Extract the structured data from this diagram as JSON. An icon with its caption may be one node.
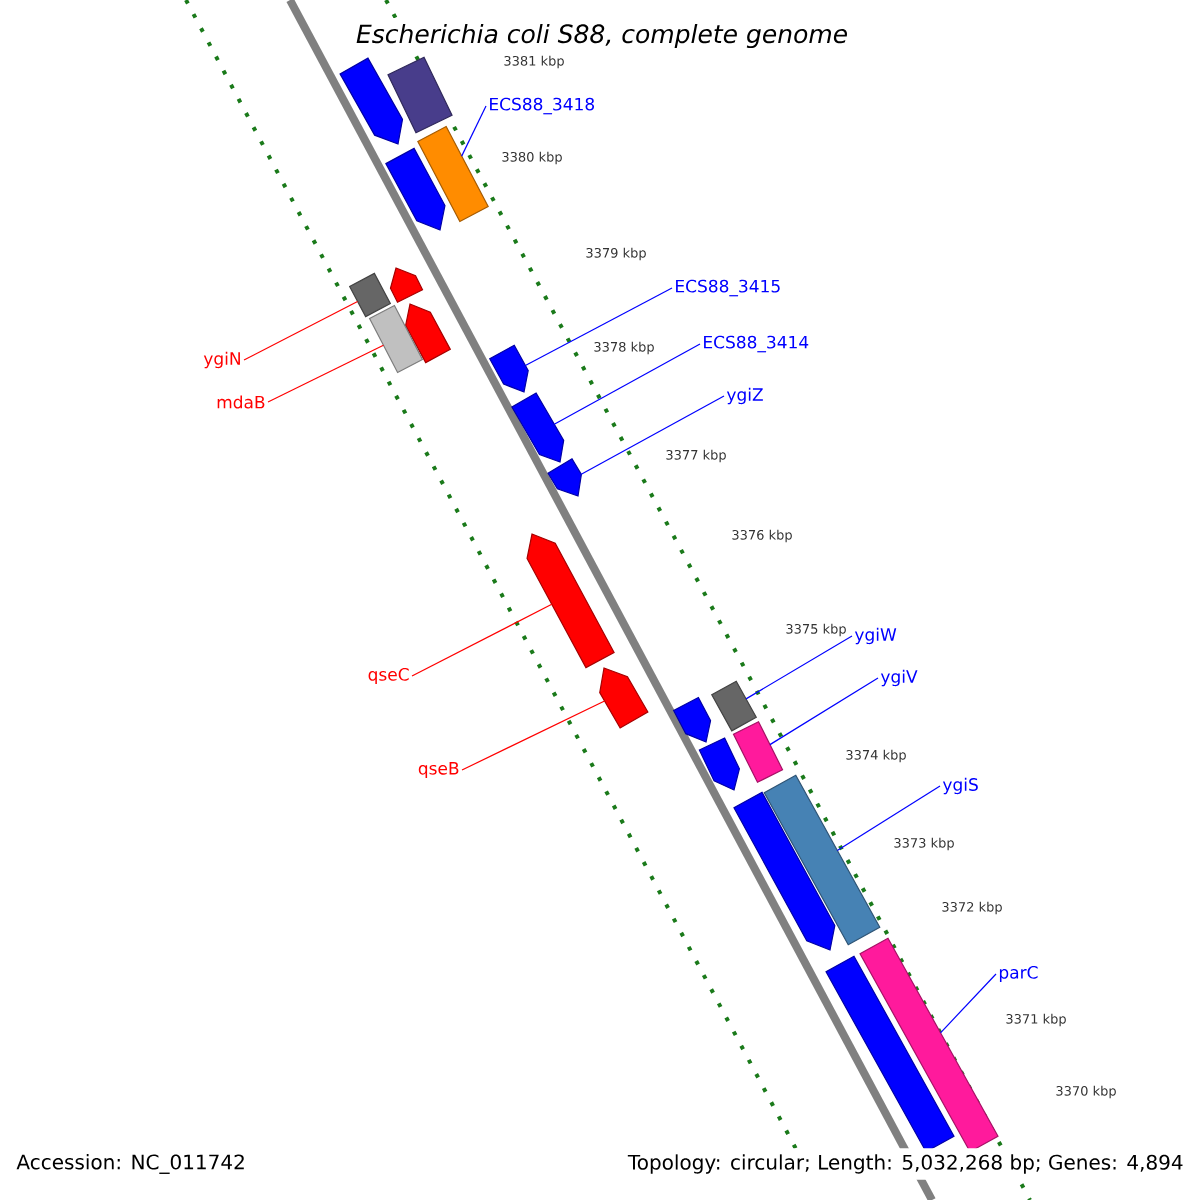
{
  "diagram": {
    "title": "Escherichia coli S88, complete genome",
    "nodes": [
      {
        "text": [
          "ECS88_3418"
        ]
      },
      {
        "text": [
          "ECS88_3415"
        ]
      },
      {
        "text": [
          "ECS88_3414"
        ]
      },
      {
        "text": [
          "ygiZ"
        ]
      },
      {
        "text": [
          "ygiN"
        ]
      },
      {
        "text": [
          "mdaB"
        ]
      },
      {
        "text": [
          "qseC"
        ]
      },
      {
        "text": [
          "qseB"
        ]
      },
      {
        "text": [
          "ygiW"
        ]
      },
      {
        "text": [
          "ygiV"
        ]
      },
      {
        "text": [
          "ygiS"
        ]
      },
      {
        "text": [
          "parC"
        ]
      },
      {
        "text": [],
        "shape": "bar"
      },
      {
        "text": [],
        "shape": "pentagon"
      },
      {
        "text": [],
        "shape": "bar"
      },
      {
        "text": [],
        "shape": "pentagon"
      },
      {
        "text": [],
        "shape": "pentagon"
      },
      {
        "text": [],
        "shape": "bar"
      },
      {
        "text": [],
        "shape": "pentagon"
      },
      {
        "text": [],
        "shape": "bar"
      },
      {
        "text": [],
        "shape": "pentagon"
      },
      {
        "text": [],
        "shape": "pentagon"
      },
      {
        "text": [],
        "shape": "pentagon"
      },
      {
        "text": [],
        "shape": "pentagon"
      },
      {
        "text": [],
        "shape": "pentagon"
      },
      {
        "text": [],
        "shape": "pentagon"
      },
      {
        "text": [],
        "shape": "bar"
      },
      {
        "text": [],
        "shape": "pentagon"
      },
      {
        "text": [],
        "shape": "bar"
      },
      {
        "text": [],
        "shape": "pentagon"
      },
      {
        "text": [],
        "shape": "bar"
      },
      {
        "text": [],
        "shape": "bar"
      },
      {
        "text": [],
        "shape": "bar"
      }
    ],
    "edges": [
      {
        "from": 0,
        "to": 14,
        "arrow": "none"
      },
      {
        "from": 1,
        "to": 20,
        "arrow": "none"
      },
      {
        "from": 2,
        "to": 21,
        "arrow": "none"
      },
      {
        "from": 3,
        "to": 22,
        "arrow": "none"
      },
      {
        "from": 4,
        "to": 17,
        "arrow": "none",
        "color": "#ff0000"
      },
      {
        "from": 5,
        "to": 19,
        "arrow": "none",
        "color": "#ff0000"
      },
      {
        "from": 6,
        "to": 23,
        "arrow": "none",
        "color": "#ff0000"
      },
      {
        "from": 7,
        "to": 24,
        "arrow": "none",
        "color": "#ff0000"
      },
      {
        "from": 8,
        "to": 26,
        "arrow": "none"
      },
      {
        "from": 9,
        "to": 28,
        "arrow": "none"
      },
      {
        "from": 10,
        "to": 30,
        "arrow": "none"
      },
      {
        "from": 11,
        "to": 32,
        "arrow": "none"
      }
    ],
    "labels": [
      "3381 kbp",
      "3380 kbp",
      "3379 kbp",
      "3378 kbp",
      "3377 kbp",
      "3376 kbp",
      "3375 kbp",
      "3374 kbp",
      "3373 kbp",
      "3372 kbp",
      "3371 kbp",
      "3370 kbp",
      "Accession: NC_011742",
      "Topology: circular; Length: 5,032,268 bp; Genes: 4,894"
    ]
  }
}
